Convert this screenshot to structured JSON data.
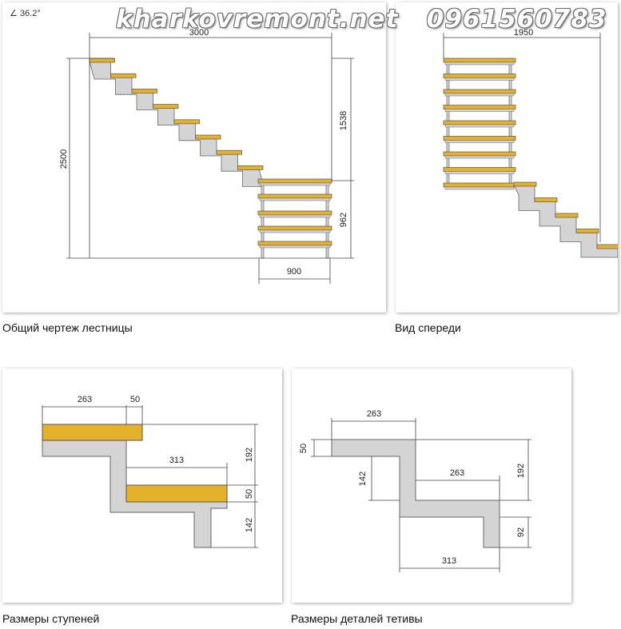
{
  "watermark": {
    "site": "kharkovremont.net",
    "phone": "0961560783"
  },
  "angle_label": "36.2°",
  "panels": {
    "general": {
      "caption": "Общий чертеж лестницы",
      "dims": {
        "width": "3000",
        "height": "2500",
        "upper_rise": "1538",
        "lower_rise": "962",
        "landing": "900"
      }
    },
    "front": {
      "caption": "Вид спереди",
      "dims": {
        "width": "1950"
      }
    },
    "step_sizes": {
      "caption": "Размеры ступеней",
      "dims": {
        "tread": "263",
        "nosing": "50",
        "run": "313",
        "rise": "192",
        "thickness": "50",
        "stringer_rise": "142"
      }
    },
    "stringer_sizes": {
      "caption": "Размеры деталей тетивы",
      "dims": {
        "top": "263",
        "thickness": "50",
        "rise_inner": "142",
        "inner_run": "263",
        "rise": "192",
        "bottom_rise": "92",
        "run": "313"
      }
    }
  },
  "colors": {
    "tread": "#e4b12b",
    "stringer": "#d4d4d4",
    "outline": "#666666",
    "dim_line": "#444444"
  }
}
